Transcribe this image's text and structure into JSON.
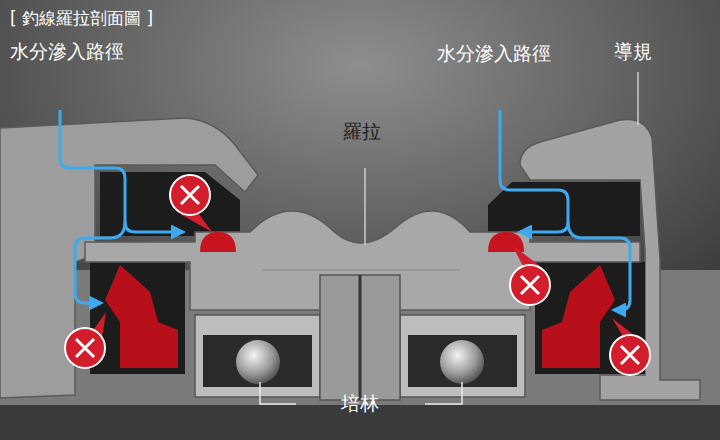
{
  "diagram": {
    "title": "[ 釣線羅拉剖面圖 ]",
    "labels": [
      "水分滲入路徑",
      "水分滲入路徑",
      "羅拉",
      "導規",
      "培林"
    ]
  }
}
